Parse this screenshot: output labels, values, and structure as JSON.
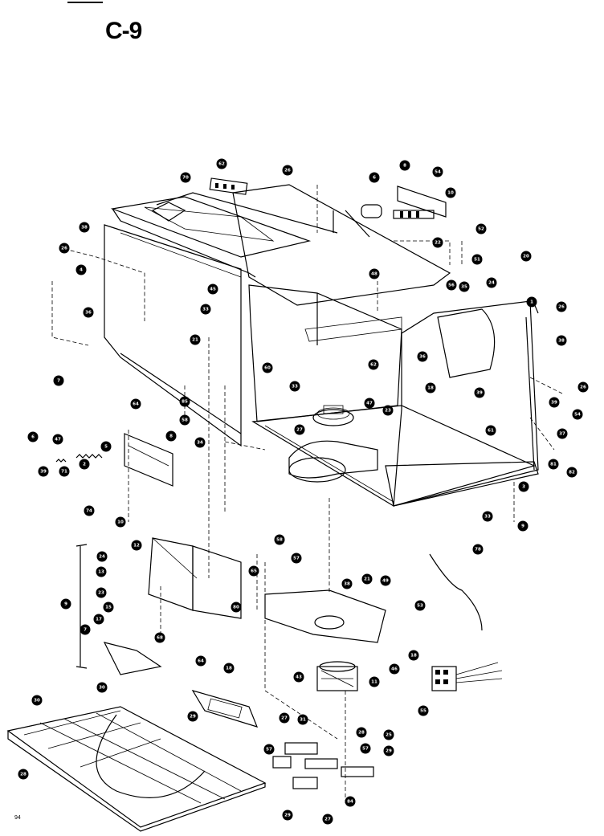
{
  "page": {
    "title": "C-9",
    "page_number": "94"
  },
  "callouts": [
    {
      "id": "c-70a",
      "label": "70"
    },
    {
      "id": "c-62a",
      "label": "62"
    },
    {
      "id": "c-26a",
      "label": "26"
    },
    {
      "id": "c-6a",
      "label": "6"
    },
    {
      "id": "c-8a",
      "label": "8"
    },
    {
      "id": "c-54a",
      "label": "54"
    },
    {
      "id": "c-10a",
      "label": "10"
    },
    {
      "id": "c-52a",
      "label": "52"
    },
    {
      "id": "c-38a",
      "label": "38"
    },
    {
      "id": "c-26b",
      "label": "26"
    },
    {
      "id": "c-4a",
      "label": "4"
    },
    {
      "id": "c-22a",
      "label": "22"
    },
    {
      "id": "c-51a",
      "label": "51"
    },
    {
      "id": "c-20a",
      "label": "20"
    },
    {
      "id": "c-48a",
      "label": "48"
    },
    {
      "id": "c-45a",
      "label": "45"
    },
    {
      "id": "c-56a",
      "label": "56"
    },
    {
      "id": "c-35a",
      "label": "35"
    },
    {
      "id": "c-24a",
      "label": "24"
    },
    {
      "id": "c-1a",
      "label": "1"
    },
    {
      "id": "c-36a",
      "label": "36"
    },
    {
      "id": "c-33a",
      "label": "33"
    },
    {
      "id": "c-26c",
      "label": "26"
    },
    {
      "id": "c-38b",
      "label": "38"
    },
    {
      "id": "c-21a",
      "label": "21"
    },
    {
      "id": "c-62b",
      "label": "62"
    },
    {
      "id": "c-36b",
      "label": "36"
    },
    {
      "id": "c-33b",
      "label": "33"
    },
    {
      "id": "c-60a",
      "label": "60"
    },
    {
      "id": "c-39a",
      "label": "39"
    },
    {
      "id": "c-18a",
      "label": "18"
    },
    {
      "id": "c-47a",
      "label": "47"
    },
    {
      "id": "c-23a",
      "label": "23"
    },
    {
      "id": "c-26d",
      "label": "26"
    },
    {
      "id": "c-7a",
      "label": "7"
    },
    {
      "id": "c-64a",
      "label": "64"
    },
    {
      "id": "c-85a",
      "label": "85"
    },
    {
      "id": "c-58a",
      "label": "58"
    },
    {
      "id": "c-8b",
      "label": "8"
    },
    {
      "id": "c-34a",
      "label": "34"
    },
    {
      "id": "c-27a",
      "label": "27"
    },
    {
      "id": "c-6b",
      "label": "6"
    },
    {
      "id": "c-47b",
      "label": "47"
    },
    {
      "id": "c-5a",
      "label": "5"
    },
    {
      "id": "c-39b",
      "label": "39"
    },
    {
      "id": "c-54b",
      "label": "54"
    },
    {
      "id": "c-37a",
      "label": "37"
    },
    {
      "id": "c-82a",
      "label": "82"
    },
    {
      "id": "c-61a",
      "label": "61"
    },
    {
      "id": "c-81a",
      "label": "81"
    },
    {
      "id": "c-39c",
      "label": "39"
    },
    {
      "id": "c-71a",
      "label": "71"
    },
    {
      "id": "c-2a",
      "label": "2"
    },
    {
      "id": "c-74a",
      "label": "74"
    },
    {
      "id": "c-3a",
      "label": "3"
    },
    {
      "id": "c-33c",
      "label": "33"
    },
    {
      "id": "c-9a",
      "label": "9"
    },
    {
      "id": "c-10b",
      "label": "10"
    },
    {
      "id": "c-12a",
      "label": "12"
    },
    {
      "id": "c-24b",
      "label": "24"
    },
    {
      "id": "c-13a",
      "label": "13"
    },
    {
      "id": "c-23b",
      "label": "23"
    },
    {
      "id": "c-15a",
      "label": "15"
    },
    {
      "id": "c-17a",
      "label": "17"
    },
    {
      "id": "c-9b",
      "label": "9"
    },
    {
      "id": "c-7b",
      "label": "7"
    },
    {
      "id": "c-68a",
      "label": "68"
    },
    {
      "id": "c-65a",
      "label": "65"
    },
    {
      "id": "c-58b",
      "label": "58"
    },
    {
      "id": "c-57a",
      "label": "57"
    },
    {
      "id": "c-38c",
      "label": "38"
    },
    {
      "id": "c-21b",
      "label": "21"
    },
    {
      "id": "c-49a",
      "label": "49"
    },
    {
      "id": "c-78a",
      "label": "78"
    },
    {
      "id": "c-80a",
      "label": "80"
    },
    {
      "id": "c-53a",
      "label": "53"
    },
    {
      "id": "c-64b",
      "label": "64"
    },
    {
      "id": "c-18b",
      "label": "18"
    },
    {
      "id": "c-43a",
      "label": "43"
    },
    {
      "id": "c-46a",
      "label": "46"
    },
    {
      "id": "c-18c",
      "label": "18"
    },
    {
      "id": "c-11a",
      "label": "11"
    },
    {
      "id": "c-55a",
      "label": "55"
    },
    {
      "id": "c-30a",
      "label": "30"
    },
    {
      "id": "c-30b",
      "label": "30"
    },
    {
      "id": "c-29a",
      "label": "29"
    },
    {
      "id": "c-27b",
      "label": "27"
    },
    {
      "id": "c-31a",
      "label": "31"
    },
    {
      "id": "c-28a",
      "label": "28"
    },
    {
      "id": "c-25a",
      "label": "25"
    },
    {
      "id": "c-57b",
      "label": "57"
    },
    {
      "id": "c-57c",
      "label": "57"
    },
    {
      "id": "c-29b",
      "label": "29"
    },
    {
      "id": "c-28b",
      "label": "28"
    },
    {
      "id": "c-29c",
      "label": "29"
    },
    {
      "id": "c-27c",
      "label": "27"
    },
    {
      "id": "c-84a",
      "label": "84"
    }
  ]
}
